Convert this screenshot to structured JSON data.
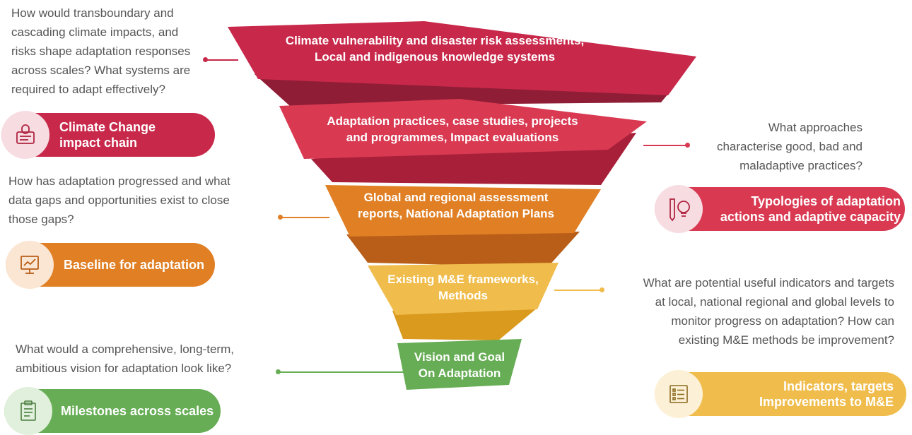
{
  "colors": {
    "red": "#c8284a",
    "red_dark": "#8f1d35",
    "red_mid": "#d93a52",
    "orange": "#e07f24",
    "orange_dark": "#b85e18",
    "yellow": "#f0bd4c",
    "yellow_dark": "#d99a1e",
    "green": "#66ad55",
    "question_text": "#555555"
  },
  "funnel": [
    {
      "label": "Climate vulnerability and disaster risk assessments,\nLocal and indigenous knowledge systems"
    },
    {
      "label": "Adaptation practices, case studies, projects\nand programmes, Impact evaluations"
    },
    {
      "label": "Global and regional assessment\nreports, National Adaptation Plans"
    },
    {
      "label": "Existing M&E frameworks,\nMethods"
    },
    {
      "label": "Vision and Goal\nOn Adaptation"
    }
  ],
  "questions": [
    {
      "text": "How would transboundary and\ncascading climate impacts, and\nrisks shape adaptation responses\nacross scales? What systems are\nrequired to adapt effectively?"
    },
    {
      "text": "What approaches\ncharacterise good, bad and\nmaladaptive practices?"
    },
    {
      "text": "How has adaptation progressed and what\ndata gaps and opportunities exist to close\nthose gaps?"
    },
    {
      "text": "What are potential useful indicators and targets\nat local, national regional and global levels to\nmonitor progress on adaptation? How can\nexisting M&E methods be improvement?"
    },
    {
      "text": "What would a comprehensive,  long-term,\nambitious vision for adaptation look like?"
    }
  ],
  "pills": [
    {
      "label": "Climate Change\nimpact chain",
      "icon": "lock-document-icon"
    },
    {
      "label": "Typologies of adaptation\nactions and adaptive capacity",
      "icon": "pencil-lightbulb-icon"
    },
    {
      "label": "Baseline for adaptation",
      "icon": "monitor-chart-icon"
    },
    {
      "label": "Indicators, targets\nImprovements to  M&E",
      "icon": "checklist-icon"
    },
    {
      "label": "Milestones across scales",
      "icon": "clipboard-icon"
    }
  ]
}
